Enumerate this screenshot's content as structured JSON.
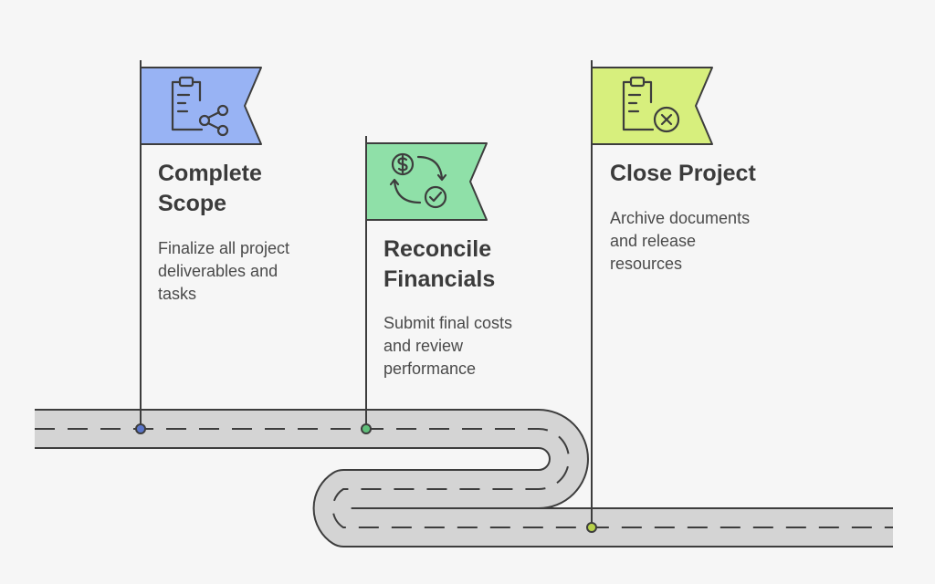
{
  "colors": {
    "background": "#f6f6f6",
    "road_fill": "#d4d4d4",
    "road_edge": "#3d3d3d",
    "flag_1": "#98b3f4",
    "flag_2": "#8fe0a8",
    "flag_3": "#d7ef7d",
    "pole": "#3d3d3d"
  },
  "steps": [
    {
      "title_line1": "Complete",
      "title_line2": "Scope",
      "desc_line1": "Finalize all project",
      "desc_line2": "deliverables and",
      "desc_line3": "tasks",
      "icon": "clipboard-share-icon",
      "color": "#98b3f4"
    },
    {
      "title_line1": "Reconcile",
      "title_line2": "Financials",
      "desc_line1": "Submit final costs",
      "desc_line2": "and review",
      "desc_line3": "performance",
      "icon": "dollar-check-cycle-icon",
      "color": "#8fe0a8"
    },
    {
      "title_line1": "Close Project",
      "title_line2": "",
      "desc_line1": "Archive documents",
      "desc_line2": "and release",
      "desc_line3": "resources",
      "icon": "clipboard-x-icon",
      "color": "#d7ef7d"
    }
  ]
}
